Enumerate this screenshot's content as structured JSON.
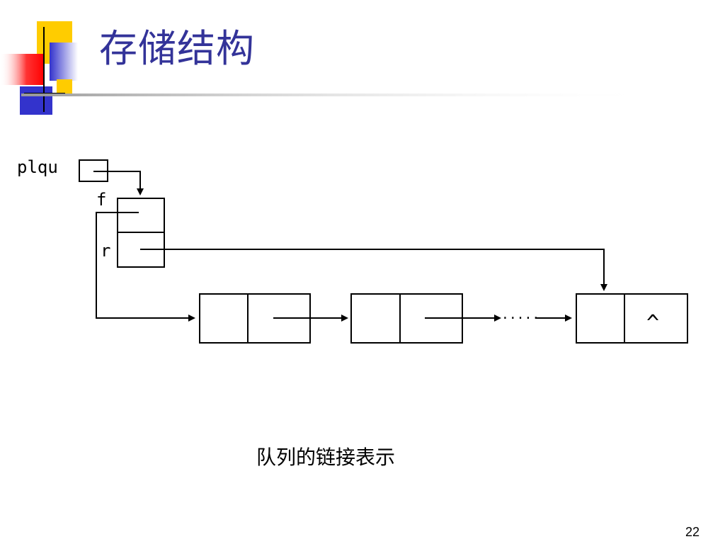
{
  "slide": {
    "title": "存储结构",
    "caption": "队列的链接表示",
    "page_number": "22"
  },
  "diagram": {
    "pointer_label": "plqu",
    "front_label": "f",
    "rear_label": "r",
    "null_symbol": "^",
    "ellipsis": "·····",
    "nodes_visible": 3,
    "colors": {
      "title": "#333399",
      "deco_yellow": "#ffcc00",
      "deco_blue": "#3333cc",
      "deco_red": "#ff0000",
      "line": "#000000"
    }
  }
}
